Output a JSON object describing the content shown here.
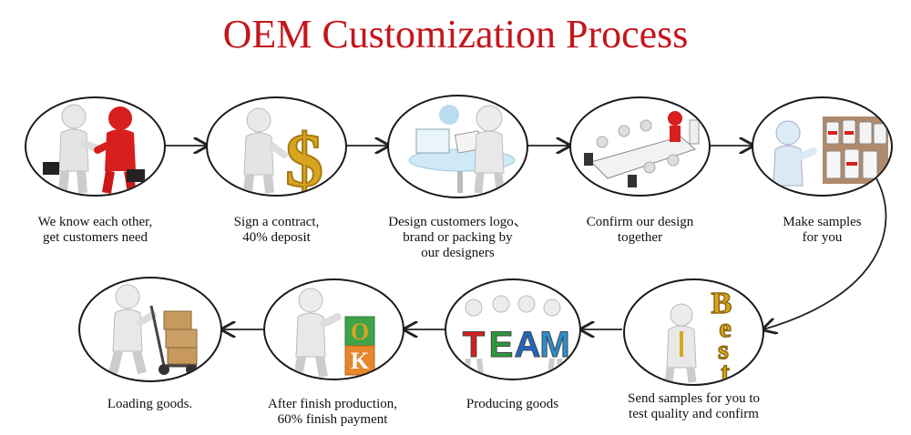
{
  "title": "OEM Customization Process",
  "steps": [
    {
      "caption": "We know each other,\nget customers need",
      "icon": "handshake-icon"
    },
    {
      "caption": "Sign a contract,\n40% deposit",
      "icon": "dollar-contract-icon"
    },
    {
      "caption": "Design customers logo、\nbrand or packing by\nour designers",
      "icon": "design-desk-icon"
    },
    {
      "caption": "Confirm our design\ntogether",
      "icon": "meeting-table-icon"
    },
    {
      "caption": "Make samples\nfor you",
      "icon": "sample-bottles-icon"
    },
    {
      "caption": "Send samples for you to\ntest quality and confirm",
      "icon": "best-letters-icon"
    },
    {
      "caption": "Producing goods",
      "icon": "team-letters-icon"
    },
    {
      "caption": "After finish production,\n60% finish payment",
      "icon": "ok-blocks-icon"
    },
    {
      "caption": "Loading goods.",
      "icon": "hand-truck-boxes-icon"
    }
  ],
  "illustration_text": {
    "best": [
      "B",
      "e",
      "s",
      "t"
    ],
    "team": [
      "T",
      "E",
      "A",
      "M"
    ],
    "ok": [
      "O",
      "K"
    ],
    "dollar": "$"
  },
  "colors": {
    "title": "#c4161c",
    "figure_red": "#d81e1e",
    "gold": "#d9a520"
  }
}
